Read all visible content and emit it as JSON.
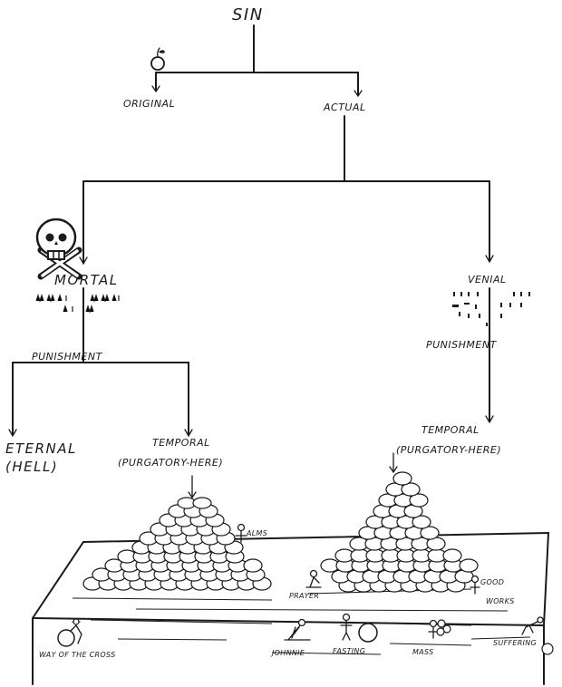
{
  "nodes": {
    "sin": "SIN",
    "original": "ORIGINAL",
    "actual": "ACTUAL",
    "mortal": "MORTAL",
    "venial": "VENIAL",
    "punishment_mortal": "PUNISHMENT",
    "punishment_venial": "PUNISHMENT",
    "eternal": "ETERNAL",
    "hell": "(HELL)",
    "temporal_left": "TEMPORAL",
    "purgatory_left": "(PURGATORY-HERE)",
    "temporal_right": "TEMPORAL",
    "purgatory_right": "(PURGATORY-HERE)"
  },
  "figures": {
    "alms": "ALMS",
    "prayer": "PRAYER",
    "good": "GOOD",
    "works": "WORKS",
    "way_of_the_cross": "WAY OF THE CROSS",
    "johnnie": "JOHNNIE",
    "fasting": "FASTING",
    "mass": "MASS",
    "suffering": "SUFFERING"
  },
  "icons": [
    "skull-crossbones-icon",
    "apple-icon"
  ]
}
